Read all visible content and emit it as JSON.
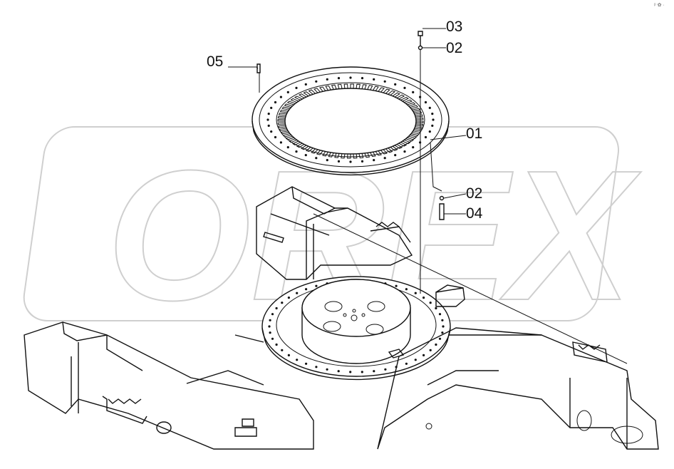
{
  "corner_mark": "ᵖ ✿ ·",
  "watermark": {
    "text": "OREX",
    "color": "#cfcfcf"
  },
  "callouts": [
    {
      "id": "c05",
      "label": "05"
    },
    {
      "id": "c03",
      "label": "03"
    },
    {
      "id": "c02a",
      "label": "02"
    },
    {
      "id": "c01",
      "label": "01"
    },
    {
      "id": "c02b",
      "label": "02"
    },
    {
      "id": "c04",
      "label": "04"
    }
  ],
  "colors": {
    "line": "#111111",
    "background": "#ffffff",
    "watermark": "#cfcfcf"
  }
}
